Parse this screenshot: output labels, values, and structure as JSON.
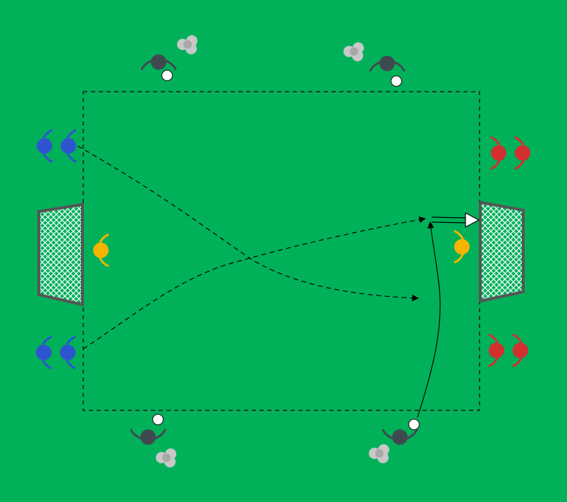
{
  "diagram": {
    "background_color": "#00b15a",
    "boundary_color": "#1a1a1a",
    "pass_line_color": "#000000",
    "colors": {
      "blue_team": "#2f54d0",
      "red_team": "#d22f2f",
      "goalkeeper": "#f5b400",
      "server": "#3f4a50",
      "ball": "#ffffff",
      "cone_cluster": "#c8c8c8",
      "goal_frame": "#555555",
      "goal_net": "#ffffff"
    },
    "players": [
      {
        "id": "blue-1",
        "team": "blue",
        "facing": "right"
      },
      {
        "id": "blue-2",
        "team": "blue",
        "facing": "right"
      },
      {
        "id": "blue-3",
        "team": "blue",
        "facing": "right"
      },
      {
        "id": "blue-4",
        "team": "blue",
        "facing": "right"
      },
      {
        "id": "red-1",
        "team": "red",
        "facing": "left"
      },
      {
        "id": "red-2",
        "team": "red",
        "facing": "left"
      },
      {
        "id": "red-3",
        "team": "red",
        "facing": "left"
      },
      {
        "id": "red-4",
        "team": "red",
        "facing": "left"
      },
      {
        "id": "goalkeeper-left",
        "team": "goalkeeper",
        "facing": "right"
      },
      {
        "id": "goalkeeper-right",
        "team": "goalkeeper",
        "facing": "left"
      },
      {
        "id": "server-top-left",
        "team": "server",
        "facing": "down"
      },
      {
        "id": "server-top-right",
        "team": "server",
        "facing": "down"
      },
      {
        "id": "server-bottom-left",
        "team": "server",
        "facing": "up"
      },
      {
        "id": "server-bottom-right",
        "team": "server",
        "facing": "up"
      }
    ],
    "movements": [
      {
        "id": "pass-1",
        "type": "pass",
        "style": "dashed",
        "from": "blue-top",
        "to": "centre-right"
      },
      {
        "id": "pass-2",
        "type": "pass",
        "style": "dashed",
        "from": "blue-bottom",
        "to": "right-goal-area"
      },
      {
        "id": "dribble-1",
        "type": "run",
        "style": "solid",
        "from": "server-bottom-right",
        "to": "right-goal-area"
      },
      {
        "id": "shot-1",
        "type": "shot",
        "style": "double",
        "from": "right-goal-area",
        "to": "right-goal"
      }
    ]
  }
}
